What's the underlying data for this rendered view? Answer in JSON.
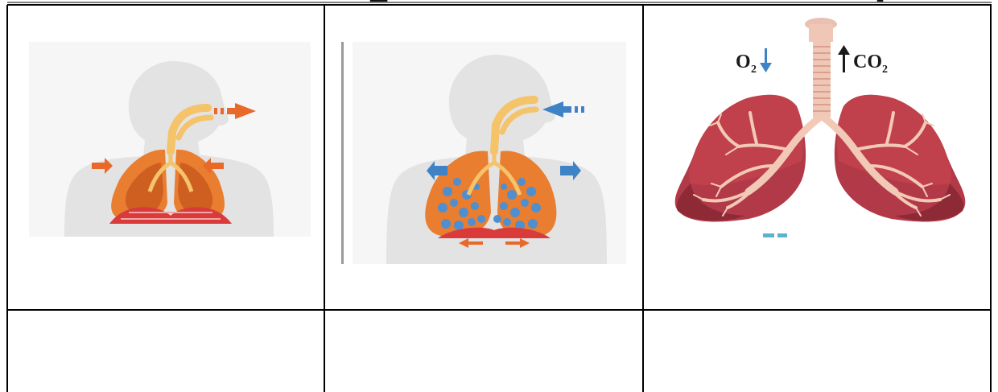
{
  "page": {
    "table": {
      "rows": [
        {
          "cells": [
            {
              "image": "exhalation-diagram"
            },
            {
              "image": "inhalation-diagram"
            },
            {
              "image": "lungs-gas-exchange-diagram",
              "labels": {
                "oxygen": "O",
                "oxygen_sub": "2",
                "carbon_dioxide": "CO",
                "carbon_dioxide_sub": "2"
              }
            }
          ]
        },
        {
          "cells": [
            {
              "text": ""
            },
            {
              "text": ""
            },
            {
              "text": ""
            }
          ]
        }
      ]
    },
    "colors": {
      "body_silhouette": "#e3e3e3",
      "airway": "#f4c36a",
      "lung_orange": "#e97d30",
      "lung_fill_exhale": "#c4551c",
      "alveoli_blue": "#4f8fcf",
      "diaphragm": "#d93a3a",
      "arrow_orange": "#e8692a",
      "arrow_blue": "#3f83c6",
      "lung_red": "#b23a48",
      "bronchi": "#f2c9b6",
      "trachea_ring": "#f0c7b7"
    },
    "icons": [
      "arrow-down-icon",
      "arrow-up-icon",
      "arrow-right-icon",
      "arrow-left-icon"
    ]
  }
}
